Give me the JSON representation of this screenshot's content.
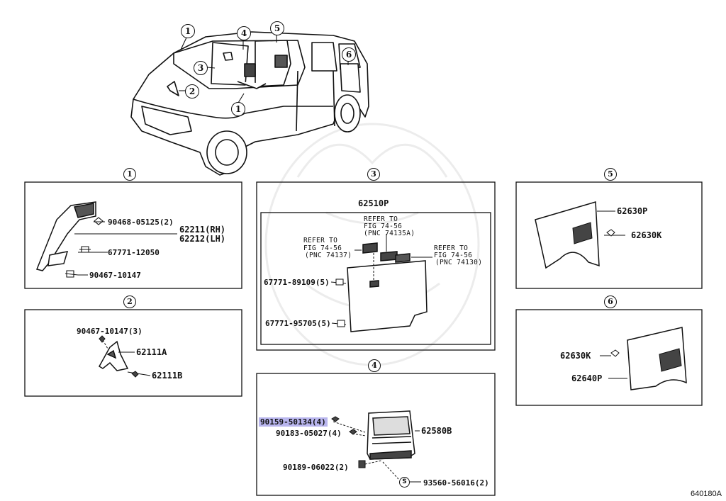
{
  "vehicle_callouts": [
    "1",
    "2",
    "3",
    "4",
    "5",
    "6",
    "1"
  ],
  "sections": [
    {
      "id": "1",
      "parts": [
        "90468-05125(2)",
        "62211(RH)",
        "62212(LH)",
        "67771-12050",
        "90467-10147"
      ]
    },
    {
      "id": "2",
      "parts": [
        "90467-10147(3)",
        "62111A",
        "62111B"
      ]
    },
    {
      "id": "3",
      "main_part": "62510P",
      "parts": [
        "67771-89109(5)",
        "67771-95705(5)"
      ],
      "refs": [
        {
          "line1": "REFER TO",
          "line2": "FIG 74-56",
          "line3": "(PNC 74135A)"
        },
        {
          "line1": "REFER TO",
          "line2": "FIG 74-56",
          "line3": "(PNC 74137)"
        },
        {
          "line1": "REFER TO",
          "line2": "FIG 74-56",
          "line3": "(PNC 74130)"
        }
      ]
    },
    {
      "id": "4",
      "parts": [
        "90159-50134(4)",
        "90183-05027(4)",
        "62580B",
        "90189-06022(2)",
        "93560-56016(2)"
      ],
      "symbol": "S"
    },
    {
      "id": "5",
      "parts": [
        "62630P",
        "62630K"
      ]
    },
    {
      "id": "6",
      "parts": [
        "62630K",
        "62640P"
      ]
    }
  ],
  "highlight_part": "90159-50134(4)",
  "diagram_code": "640180A"
}
